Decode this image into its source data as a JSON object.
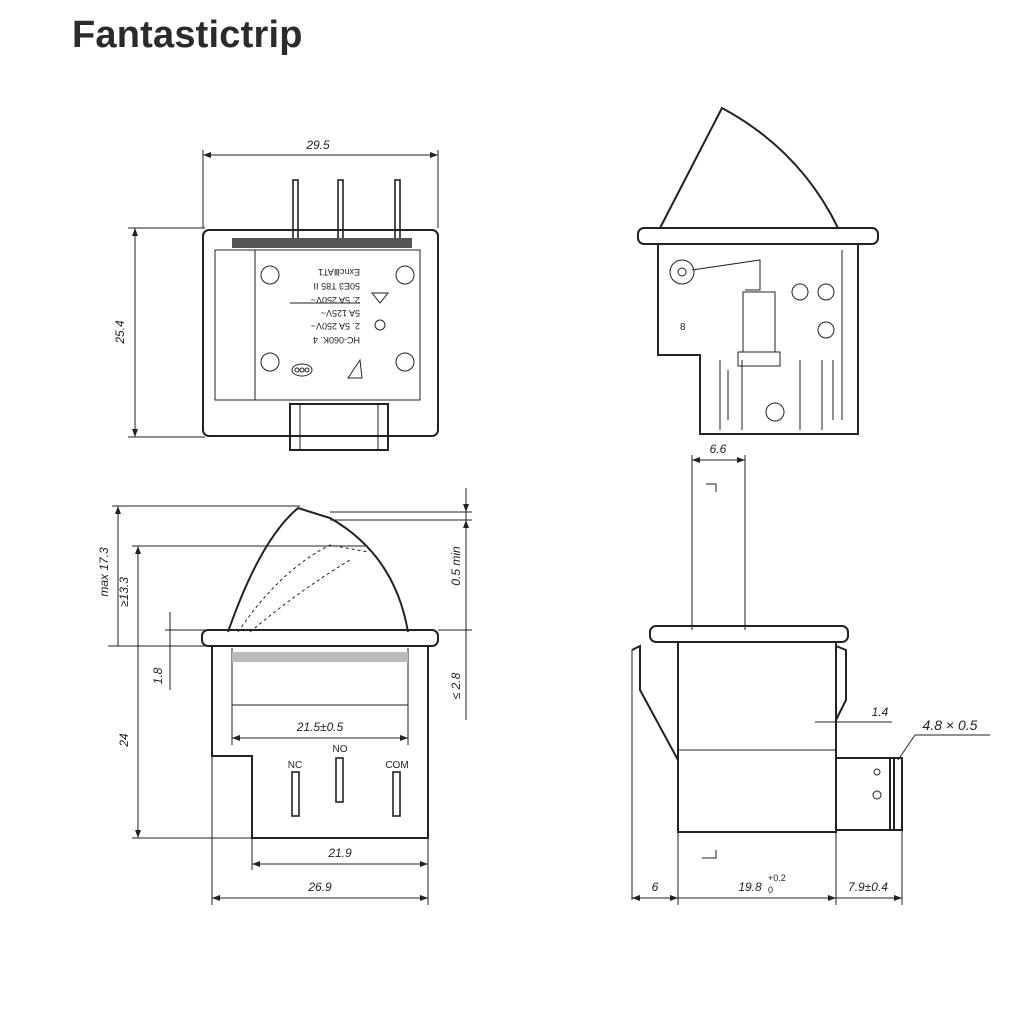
{
  "brand": "Fantastictrip",
  "top_view": {
    "dim_width": "29.5",
    "dim_height": "25.4",
    "markings": [
      "ExncⅢAT1",
      "50E3  T85 ⅠⅠ",
      "2. 5A 250V~",
      "5A 125V~",
      "2. 5A 250V~",
      "HC-060K. 4"
    ]
  },
  "side_view": {
    "dim_max_height": "max 17.3",
    "dim_min_height": "≥13.3",
    "dim_gap": "0.5 min",
    "dim_flange": "1.8",
    "dim_flange_max": "≤ 2.8",
    "dim_body_height": "24",
    "dim_inner_width": "21.5±0.5",
    "dim_base_width": "21.9",
    "dim_total_width": "26.9",
    "terminal_nc": "NC",
    "terminal_no": "NO",
    "terminal_com": "COM"
  },
  "section_view": {
    "label_8": "8"
  },
  "end_view": {
    "dim_actuator": "6.6",
    "dim_tab_thickness": "1.4",
    "dim_tab": "4.8 × 0.5",
    "dim_left": "6",
    "dim_body": "19.8",
    "dim_body_tol_upper": "+0.2",
    "dim_body_tol_lower": "0",
    "dim_tab_length": "7.9±0.4"
  }
}
